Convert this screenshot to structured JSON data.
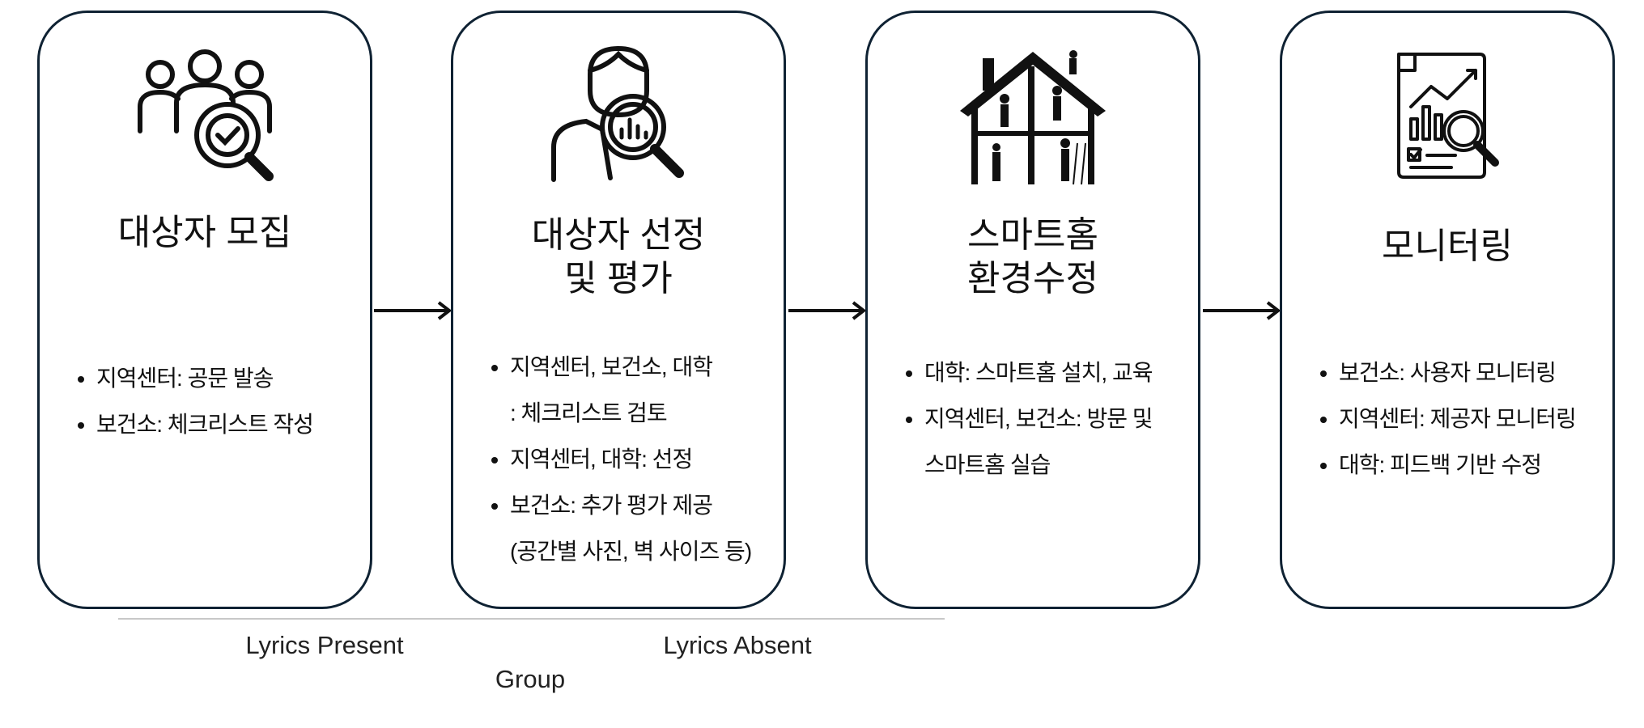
{
  "steps": [
    {
      "icon": "people-check-search-icon",
      "title": [
        "대상자 모집"
      ],
      "bullets": [
        [
          "지역센터: 공문 발송"
        ],
        [
          "보건소: 체크리스트 작성"
        ]
      ]
    },
    {
      "icon": "person-magnifier-chart-icon",
      "title": [
        "대상자 선정",
        "및 평가"
      ],
      "bullets": [
        [
          "지역센터, 보건소, 대학",
          ": 체크리스트 검토"
        ],
        [
          "지역센터, 대학: 선정"
        ],
        [
          "보건소: 추가 평가 제공",
          "(공간별 사진, 벽 사이즈 등)"
        ]
      ]
    },
    {
      "icon": "house-renovation-workers-icon",
      "title": [
        "스마트홈",
        "환경수정"
      ],
      "bullets": [
        [
          "대학: 스마트홈 설치, 교육"
        ],
        [
          "지역센터, 보건소: 방문 및",
          "스마트홈 실습"
        ]
      ]
    },
    {
      "icon": "report-magnifier-icon",
      "title": [
        "모니터링"
      ],
      "bullets": [
        [
          "보건소: 사용자 모니터링"
        ],
        [
          "지역센터: 제공자 모니터링"
        ],
        [
          "대학: 피드백 기반 수정"
        ]
      ]
    }
  ],
  "axis": {
    "labels": [
      "Lyrics Present",
      "Lyrics Absent"
    ],
    "title": "Group"
  },
  "colors": {
    "border": "#0f2233",
    "axis_line": "#c8c8c8"
  }
}
